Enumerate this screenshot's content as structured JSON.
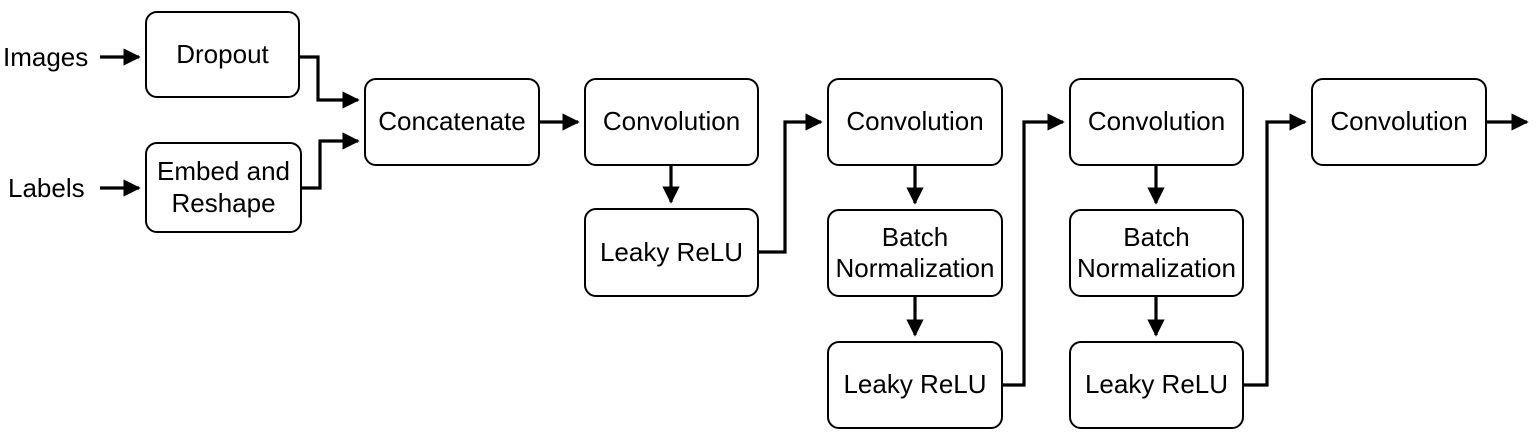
{
  "diagram_type": "neural-network-flowchart",
  "colors": {
    "stroke": "#000000",
    "box_fill": "#ffffff",
    "text": "#000000",
    "background": "#ffffff"
  },
  "inputs": {
    "images": "Images",
    "labels": "Labels"
  },
  "nodes": {
    "dropout": "Dropout",
    "embed_reshape": "Embed and Reshape",
    "concatenate": "Concatenate",
    "conv1": "Convolution",
    "leaky_relu1": "Leaky ReLU",
    "conv2": "Convolution",
    "batch_norm1": "Batch Normalization",
    "leaky_relu2": "Leaky ReLU",
    "conv3": "Convolution",
    "batch_norm2": "Batch Normalization",
    "leaky_relu3": "Leaky ReLU",
    "conv4": "Convolution"
  },
  "edges": [
    {
      "from": "images",
      "to": "dropout"
    },
    {
      "from": "labels",
      "to": "embed_reshape"
    },
    {
      "from": "dropout",
      "to": "concatenate"
    },
    {
      "from": "embed_reshape",
      "to": "concatenate"
    },
    {
      "from": "concatenate",
      "to": "conv1"
    },
    {
      "from": "conv1",
      "to": "leaky_relu1"
    },
    {
      "from": "leaky_relu1",
      "to": "conv2"
    },
    {
      "from": "conv2",
      "to": "batch_norm1"
    },
    {
      "from": "batch_norm1",
      "to": "leaky_relu2"
    },
    {
      "from": "leaky_relu2",
      "to": "conv3"
    },
    {
      "from": "conv3",
      "to": "batch_norm2"
    },
    {
      "from": "batch_norm2",
      "to": "leaky_relu3"
    },
    {
      "from": "leaky_relu3",
      "to": "conv4"
    },
    {
      "from": "conv4",
      "to": "output"
    }
  ]
}
